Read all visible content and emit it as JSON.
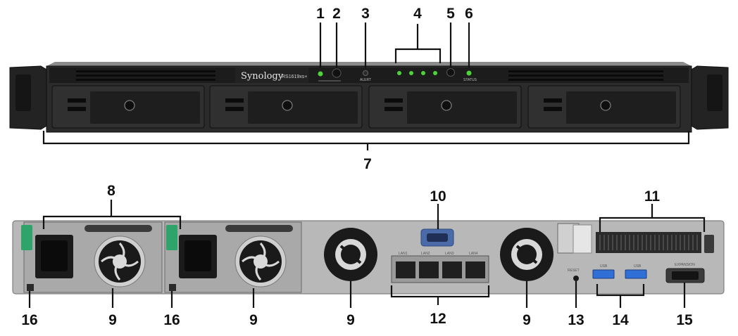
{
  "front": {
    "brand": "Synology",
    "model": "RS1619xs+",
    "alert_label": "ALERT",
    "status_label": "STATUS",
    "callouts": {
      "c1": "1",
      "c2": "2",
      "c3": "3",
      "c4": "4",
      "c5": "5",
      "c6": "6",
      "c7": "7"
    }
  },
  "rear": {
    "lan_labels": [
      "LAN1",
      "LAN2",
      "LAN3",
      "LAN4"
    ],
    "usb_labels": [
      "USB",
      "USB"
    ],
    "reset_label": "RESET",
    "expansion_label": "EXPANSION",
    "callouts": {
      "c8": "8",
      "c9a": "9",
      "c9b": "9",
      "c9c": "9",
      "c9d": "9",
      "c10": "10",
      "c11": "11",
      "c12": "12",
      "c13": "13",
      "c14": "14",
      "c15": "15",
      "c16a": "16",
      "c16b": "16"
    }
  },
  "colors": {
    "chassis": "#2b2b2b",
    "panel": "#1c1c1c",
    "tray": "#2f2f2f",
    "led_green": "#4ed33a",
    "psu_handle": "#2ea36a",
    "usb_blue": "#2f6fd6",
    "rear_metal": "#bfbfbf",
    "fan_dark": "#1a1a1a"
  }
}
